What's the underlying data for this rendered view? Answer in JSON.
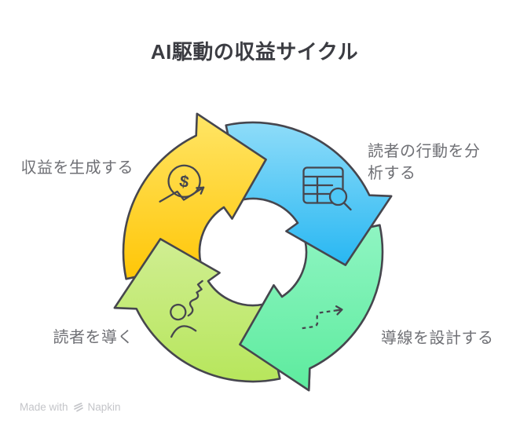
{
  "title": "AI駆動の収益サイクル",
  "cycle": {
    "outline_color": "#46464e",
    "steps": [
      {
        "label": "収益を生成する",
        "icon": "money-growth-icon",
        "color_from": "#ffe566",
        "color_to": "#ffc607"
      },
      {
        "label": "読者の行動を分析する",
        "icon": "table-search-icon",
        "color_from": "#8edcf9",
        "color_to": "#28b7f2"
      },
      {
        "label": "導線を設計する",
        "icon": "dashed-path-arrow-icon",
        "color_from": "#8ff5c2",
        "color_to": "#5deb9e"
      },
      {
        "label": "読者を導く",
        "icon": "person-guide-icon",
        "color_from": "#d0ee92",
        "color_to": "#b7e65c"
      }
    ],
    "icon_details": {
      "currency_symbol": "$",
      "magnifier_lens_color": "#4ec7f6"
    }
  },
  "footer": {
    "text": "Made with",
    "brand": "Napkin"
  }
}
